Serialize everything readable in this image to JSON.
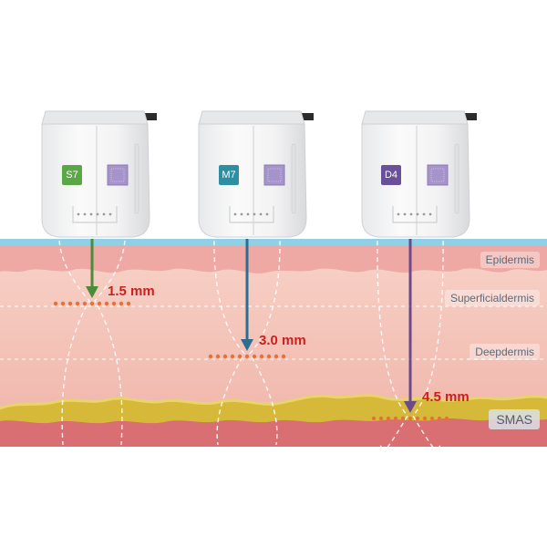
{
  "cartridges": [
    {
      "code": "S7",
      "color": "#5aa845",
      "arrow_color": "#4a8c3a",
      "depth": "1.5 mm"
    },
    {
      "code": "M7",
      "color": "#2e8fa3",
      "arrow_color": "#2b6e92",
      "depth": "3.0 mm"
    },
    {
      "code": "D4",
      "color": "#6a4f9a",
      "arrow_color": "#6b4a8c",
      "depth": "4.5 mm"
    }
  ],
  "layers": {
    "epidermis": "Epidermis",
    "superficial_dermis": "Superficialdermis",
    "deep_dermis": "Deepdermis",
    "smas": "SMAS"
  },
  "colors": {
    "skin_top": "#f0b6b0",
    "skin_dermis": "#f6cfc4",
    "deep_tissue": "#d96e73",
    "fat_layer": "#d7b93a",
    "skin_surface": "#8fd0e6",
    "focal_points": "#e4723a"
  }
}
